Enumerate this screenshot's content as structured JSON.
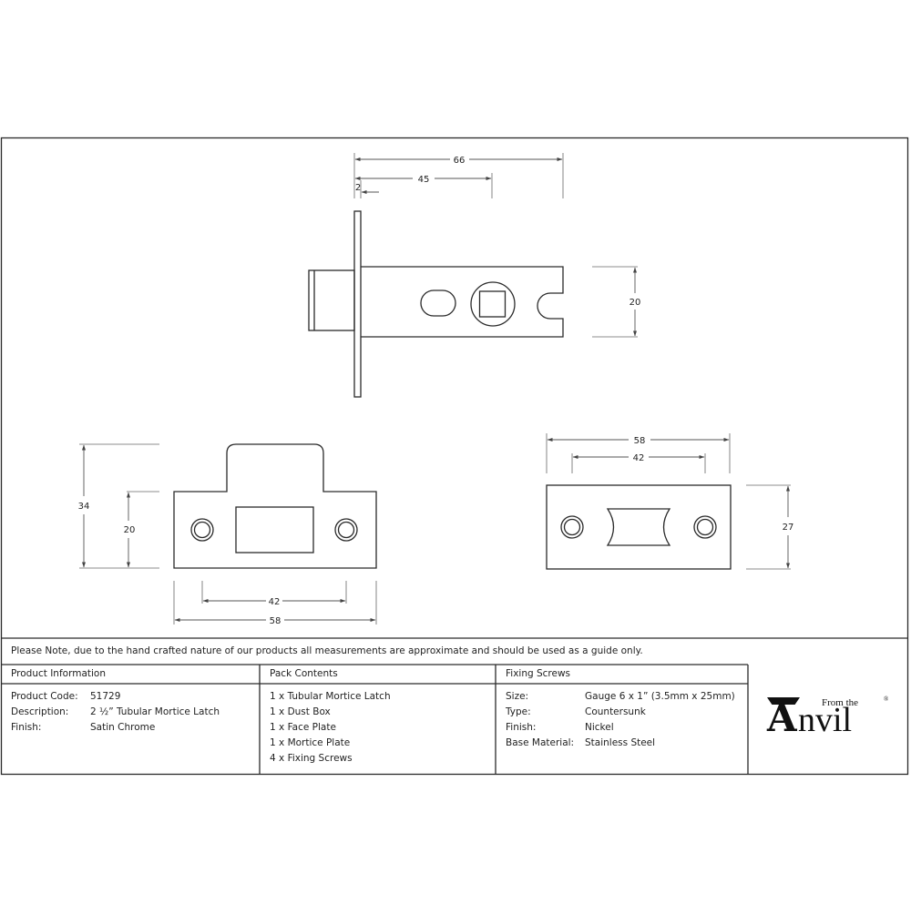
{
  "drawing": {
    "latch_side_view": {
      "dimensions": {
        "overall_length": "66",
        "backset": "45",
        "faceplate_thickness": "2",
        "body_height": "20"
      }
    },
    "face_plate_view": {
      "dimensions": {
        "total_height": "34",
        "plate_height": "20",
        "screw_centres": "42",
        "plate_width": "58"
      }
    },
    "mortice_plate_view": {
      "dimensions": {
        "plate_width": "58",
        "screw_centres": "42",
        "plate_height": "27"
      }
    }
  },
  "note": "Please Note, due to the hand crafted nature of our products all measurements are approximate and should be used as a guide only.",
  "product_information": {
    "heading": "Product Information",
    "rows": [
      {
        "label": "Product Code:",
        "value": "51729"
      },
      {
        "label": "Description:",
        "value": "2 ½” Tubular Mortice Latch"
      },
      {
        "label": "Finish:",
        "value": "Satin Chrome"
      }
    ]
  },
  "pack_contents": {
    "heading": "Pack Contents",
    "items": [
      "1 x Tubular Mortice Latch",
      "1 x Dust Box",
      "1 x Face Plate",
      "1 x Mortice Plate",
      "4 x Fixing Screws"
    ]
  },
  "fixing_screws": {
    "heading": "Fixing Screws",
    "rows": [
      {
        "label": "Size:",
        "value": "Gauge 6 x 1” (3.5mm x 25mm)"
      },
      {
        "label": "Type:",
        "value": "Countersunk"
      },
      {
        "label": "Finish:",
        "value": "Nickel"
      },
      {
        "label": "Base Material:",
        "value": "Stainless Steel"
      }
    ]
  },
  "logo": {
    "big_letter": "A",
    "rest": "nvil",
    "tagline": "From the",
    "registered": "®"
  }
}
